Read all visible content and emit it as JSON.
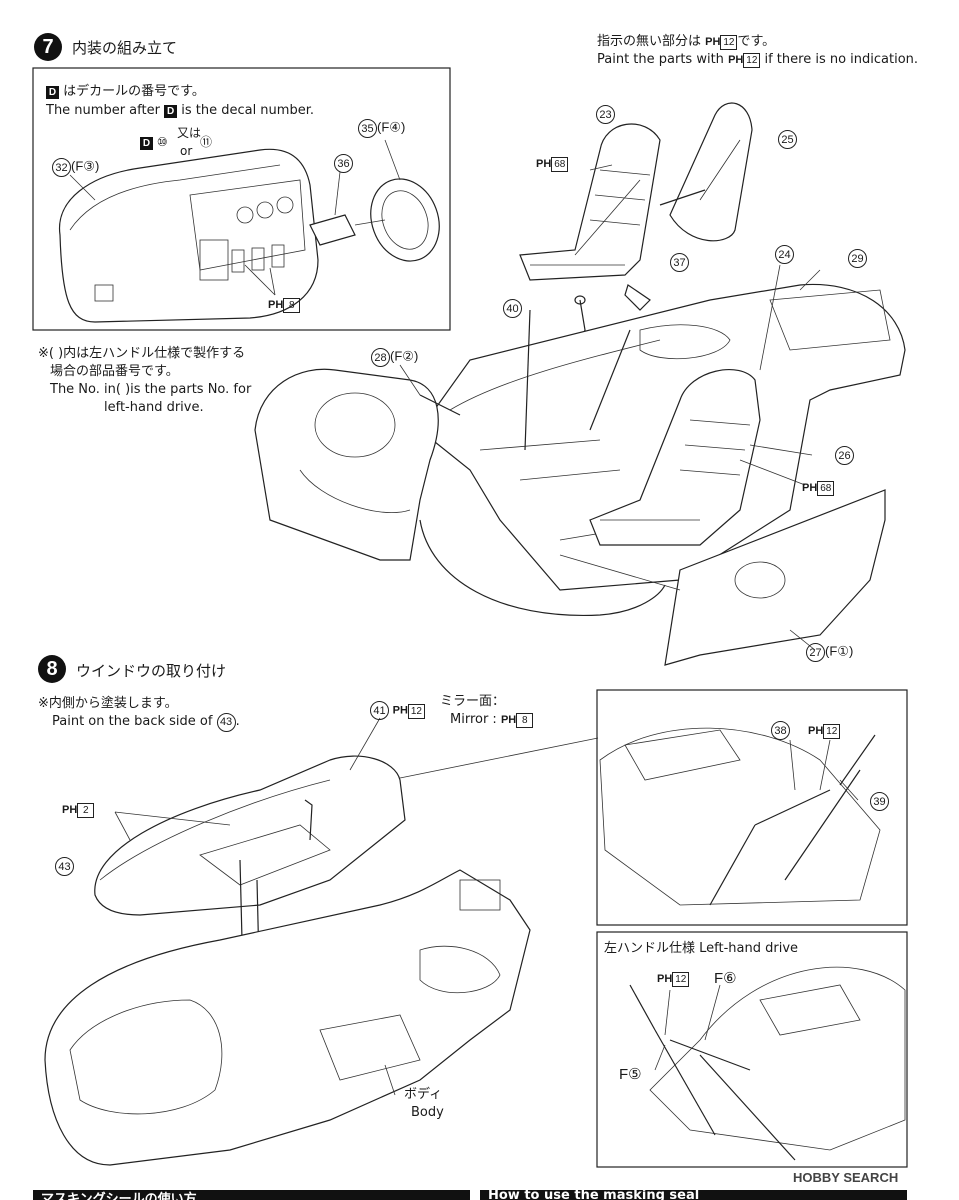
{
  "step7": {
    "number": "7",
    "title": "内装の組み立て",
    "paint_note_jp": "指示の無い部分は",
    "paint_note_jp_code": "12",
    "paint_note_jp_end": "です。",
    "paint_note_en_pre": "Paint the parts with",
    "paint_note_en_code": "12",
    "paint_note_en_post": "if there is no indication.",
    "decal_note_jp": "はデカールの番号です。",
    "decal_note_en_pre": "The number after",
    "decal_note_en_post": "is the decal number.",
    "decal_letter": "D",
    "decal_10": "⑩",
    "decal_11": "⑪",
    "decal_or_jp": "又は",
    "decal_or_en": "or",
    "lhd_note_jp_1": "※(  )内は左ハンドル仕様で製作する",
    "lhd_note_jp_2": "場合の部品番号です。",
    "lhd_note_en_1": "The No. in(    )is the parts No. for",
    "lhd_note_en_2": "left-hand drive.",
    "parts": {
      "p32": "32",
      "p32_alt": "F③",
      "p35": "35",
      "p35_alt": "F④",
      "p36": "36",
      "p23": "23",
      "p25": "25",
      "p37": "37",
      "p40": "40",
      "p24": "24",
      "p29": "29",
      "p28": "28",
      "p28_alt": "F②",
      "p26": "26",
      "p27": "27",
      "p27_alt": "F①"
    },
    "paint_codes": {
      "dash": "8",
      "seat_top": "68",
      "seat_right": "68"
    }
  },
  "step8": {
    "number": "8",
    "title": "ウインドウの取り付け",
    "inner_note_jp": "※内側から塗装します。",
    "inner_note_en_pre": "Paint on the back side of",
    "inner_note_en_part": "43",
    "p41": "41",
    "p41_code": "12",
    "mirror_jp": "ミラー面：",
    "mirror_en": "Mirror :",
    "mirror_code": "8",
    "p43": "43",
    "window_code": "2",
    "body_jp": "ボディ",
    "body_en": "Body",
    "p38": "38",
    "p38_code": "12",
    "p39": "39",
    "lhd_title": "左ハンドル仕様 Left-hand drive",
    "lhd_code": "12",
    "lhd_f6": "F⑥",
    "lhd_f5": "F⑤"
  },
  "watermark": "HOBBY SEARCH",
  "bottom_left": "マスキングシールの使い方",
  "bottom_right": "How to use the masking seal",
  "ph_label": "PH"
}
